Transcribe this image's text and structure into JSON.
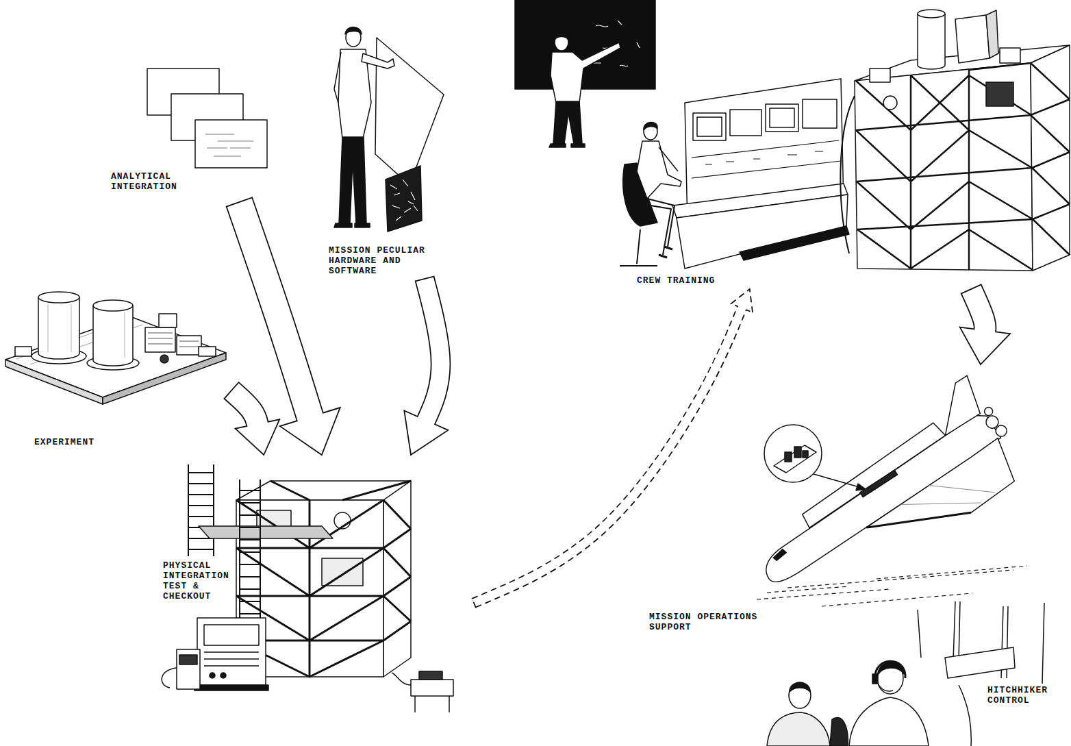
{
  "diagram": {
    "nodes": [
      {
        "text": [
          "ANALYTICAL INTEGRATION"
        ]
      },
      {
        "text": [
          "MISSION PECULIAR HARDWARE AND SOFTWARE"
        ]
      },
      {
        "text": [
          "CREW TRAINING"
        ]
      },
      {
        "text": [
          "EXPERIMENT"
        ]
      },
      {
        "text": [
          "PHYSICAL INTEGRATION TEST & CHECKOUT"
        ]
      },
      {
        "text": [
          "MISSION OPERATIONS SUPPORT"
        ]
      },
      {
        "text": [
          "HITCHHIKER CONTROL"
        ]
      }
    ],
    "edges": [
      {
        "from": 0,
        "to": 4,
        "arrow": "to"
      },
      {
        "from": 1,
        "to": 4,
        "arrow": "to"
      },
      {
        "from": 3,
        "to": 4,
        "arrow": "to"
      },
      {
        "from": 4,
        "to": 2,
        "arrow": "to"
      },
      {
        "from": 2,
        "to": 5,
        "arrow": "to"
      }
    ]
  }
}
